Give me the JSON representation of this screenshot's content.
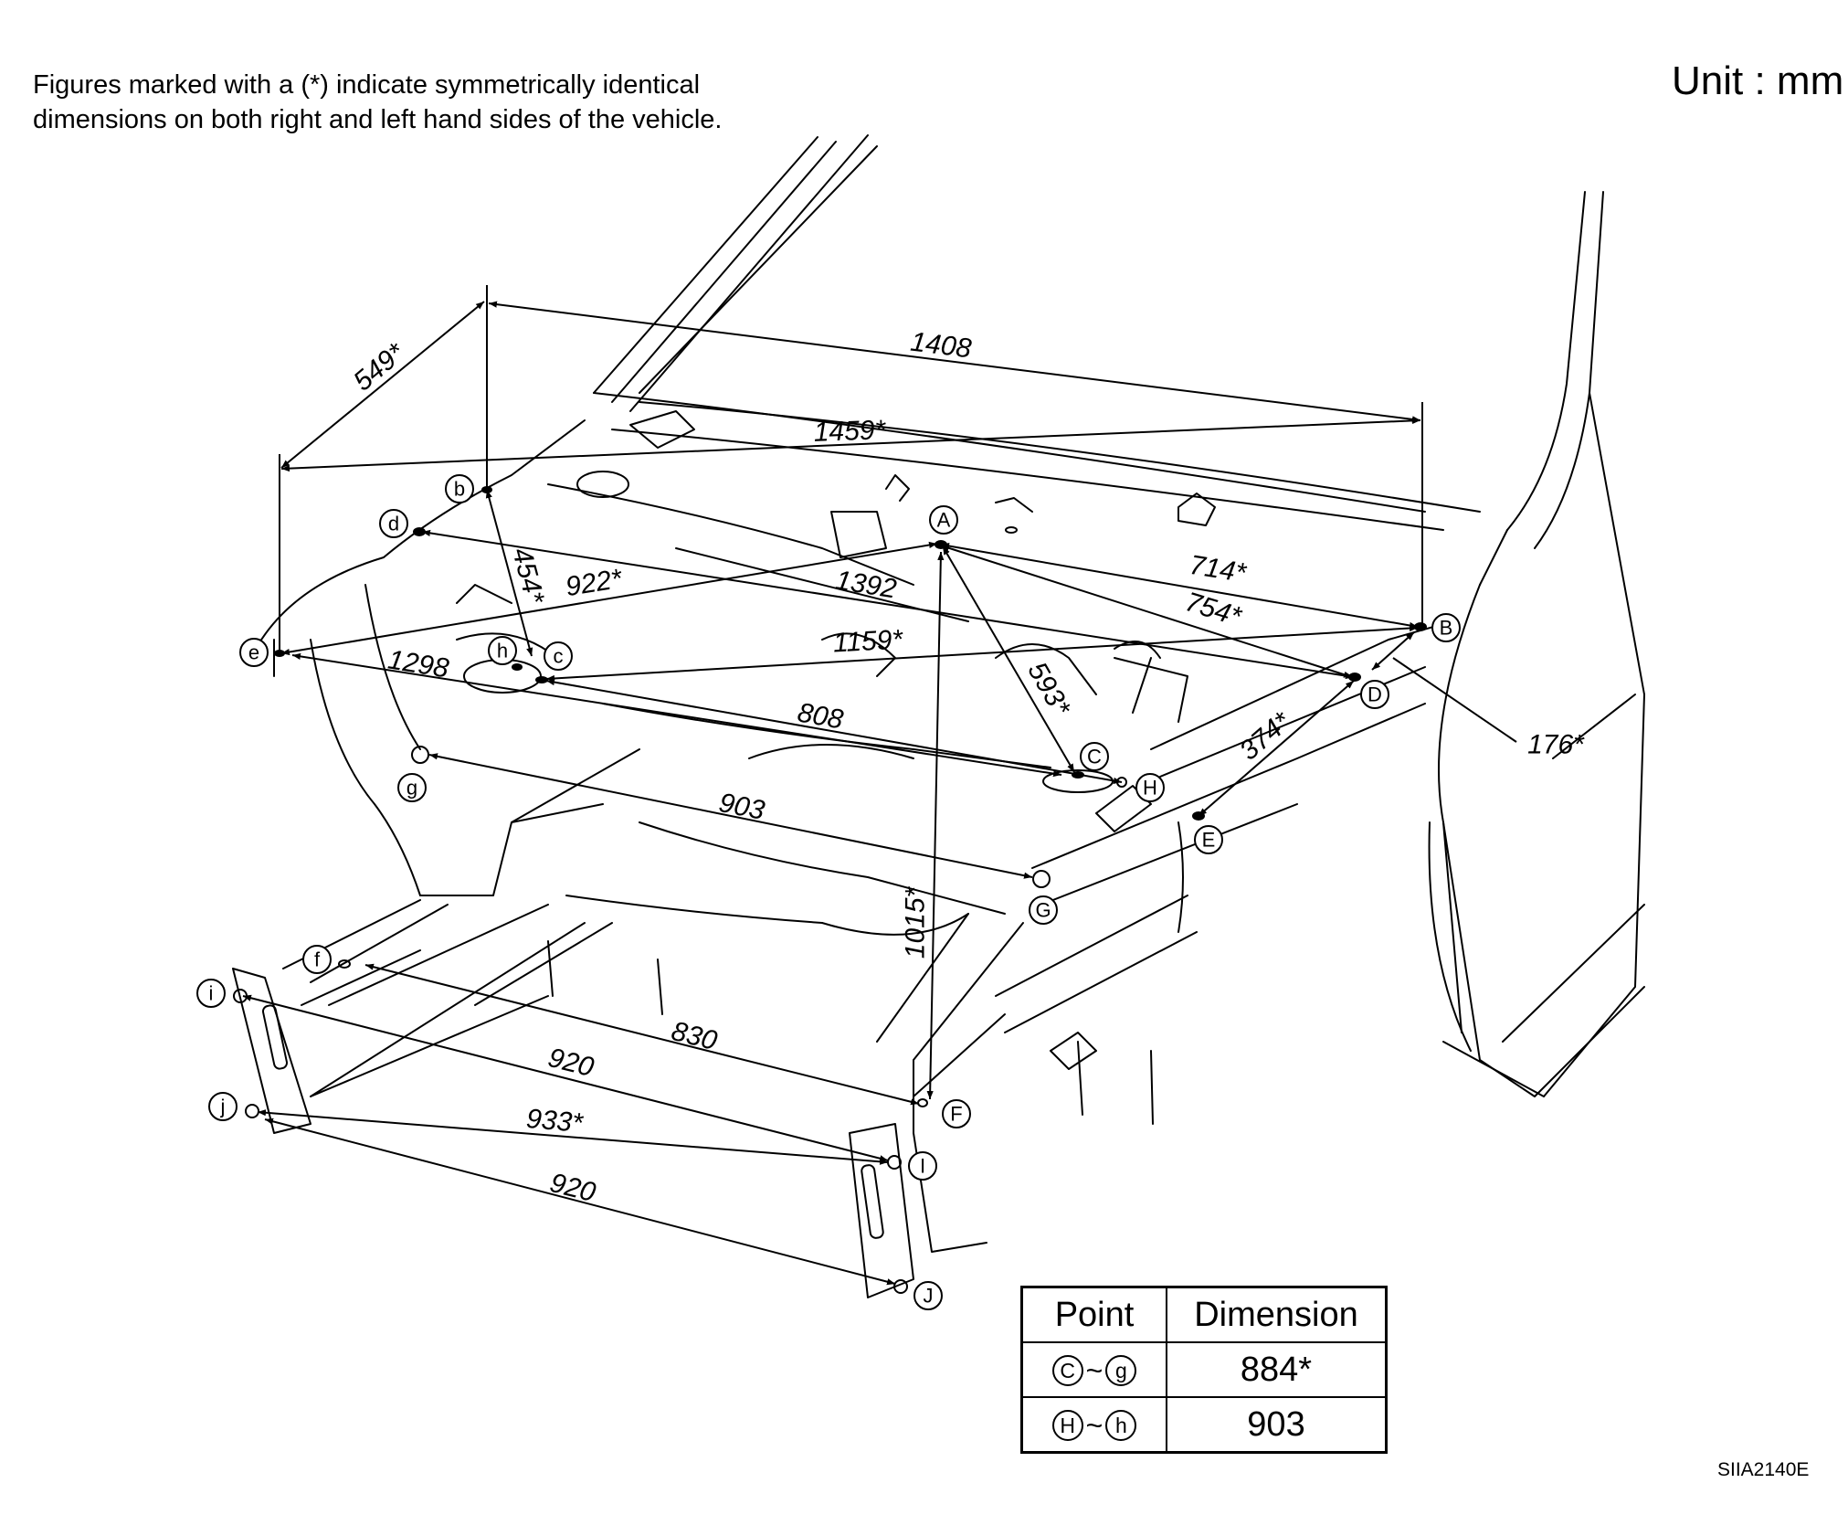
{
  "note": {
    "line1": "Figures marked with a (*) indicate symmetrically identical",
    "line2": "dimensions on both right and left hand sides of the vehicle."
  },
  "unit_label": "Unit : mm",
  "figure_code": "SIIA2140E",
  "points": [
    {
      "label": "A"
    },
    {
      "label": "B"
    },
    {
      "label": "C"
    },
    {
      "label": "D"
    },
    {
      "label": "E"
    },
    {
      "label": "F"
    },
    {
      "label": "G"
    },
    {
      "label": "H"
    },
    {
      "label": "I"
    },
    {
      "label": "J"
    },
    {
      "label": "b"
    },
    {
      "label": "c"
    },
    {
      "label": "d"
    },
    {
      "label": "e"
    },
    {
      "label": "f"
    },
    {
      "label": "g"
    },
    {
      "label": "h"
    },
    {
      "label": "i"
    },
    {
      "label": "j"
    }
  ],
  "dimensions": [
    {
      "text": "549*"
    },
    {
      "text": "1408"
    },
    {
      "text": "1459*"
    },
    {
      "text": "454*"
    },
    {
      "text": "922*"
    },
    {
      "text": "1392"
    },
    {
      "text": "714*"
    },
    {
      "text": "754*"
    },
    {
      "text": "1159*"
    },
    {
      "text": "1298"
    },
    {
      "text": "593*"
    },
    {
      "text": "176*"
    },
    {
      "text": "374*"
    },
    {
      "text": "808"
    },
    {
      "text": "903"
    },
    {
      "text": "1015*"
    },
    {
      "text": "830"
    },
    {
      "text": "920"
    },
    {
      "text": "933*"
    },
    {
      "text": "920"
    }
  ],
  "table": {
    "headers": [
      "Point",
      "Dimension"
    ],
    "rows": [
      {
        "from": "C",
        "sep": "~",
        "to": "g",
        "value": "884*"
      },
      {
        "from": "H",
        "sep": "~",
        "to": "h",
        "value": "903"
      }
    ]
  }
}
